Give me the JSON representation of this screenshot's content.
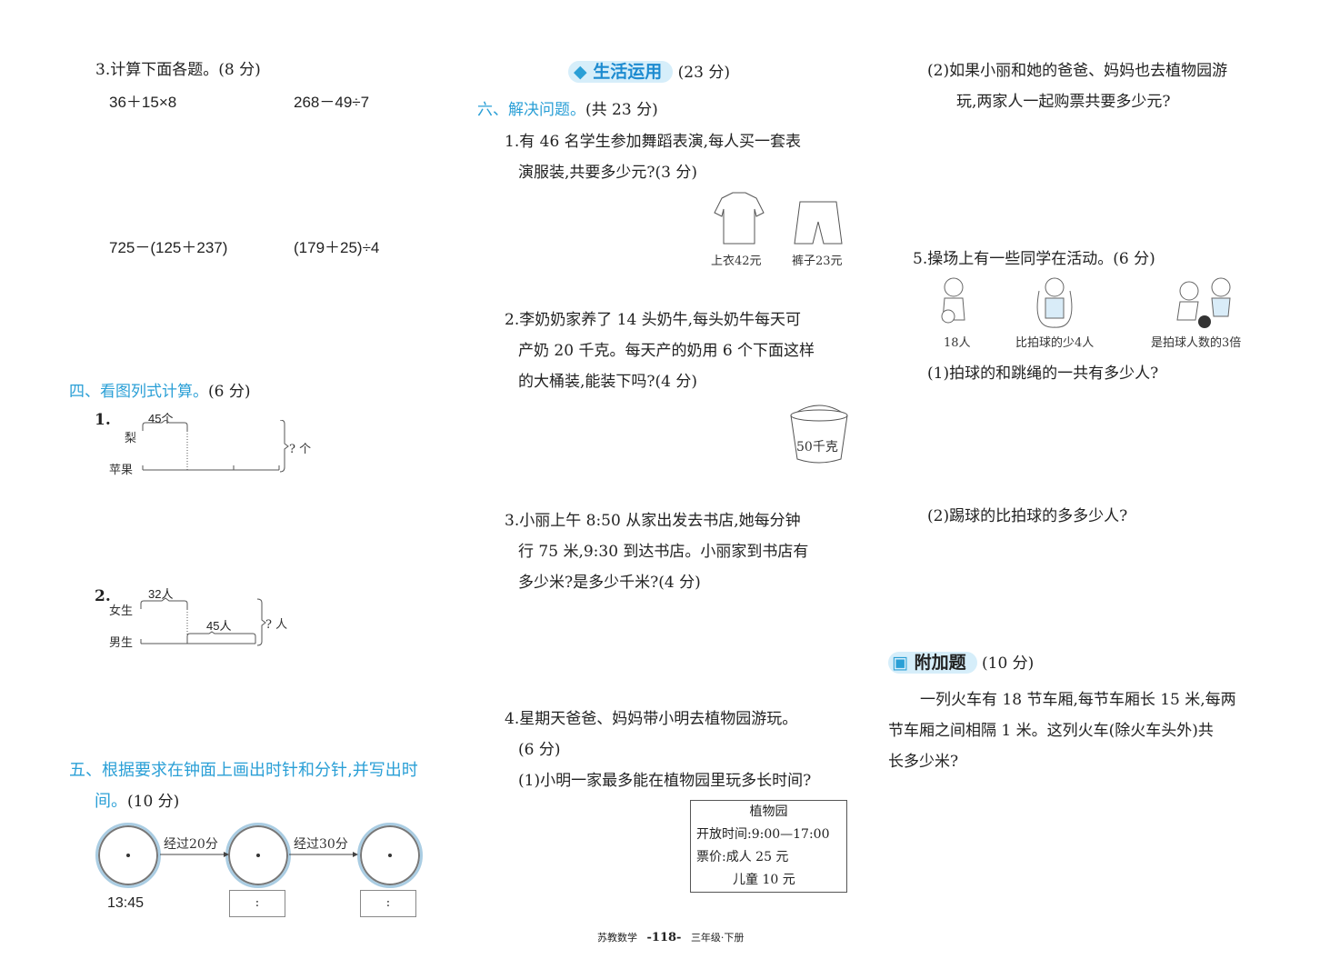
{
  "left": {
    "q3_title": "3.计算下面各题。(8 分)",
    "exprs": [
      "36＋15×8",
      "268－49÷7",
      "725－(125＋237)",
      "(179＋25)÷4"
    ],
    "sec4_title": "四、看图列式计算。",
    "sec4_score": "(6 分)",
    "d1": {
      "num": "1.",
      "top_value": "45个",
      "row1": "梨",
      "row2": "苹果",
      "total": "? 个"
    },
    "d2": {
      "num": "2.",
      "top_value": "32人",
      "row1": "女生",
      "mid_value": "45人",
      "row2": "男生",
      "total": "? 人"
    },
    "sec5_title_l1": "五、根据要求在钟面上画出时针和分针,并写出时",
    "sec5_title_l2": "间。",
    "sec5_score": "(10 分)",
    "arrow1": "经过20分",
    "arrow2": "经过30分",
    "start_time": "13:45",
    "blank1": ":",
    "blank2": ":"
  },
  "middle": {
    "banner": "生活运用",
    "banner_score": "(23 分)",
    "sec6_title": "六、解决问题。",
    "sec6_score": "(共 23 分)",
    "q1_l1": "1.有 46 名学生参加舞蹈表演,每人买一套表",
    "q1_l2": "演服装,共要多少元?(3 分)",
    "shirt_label": "上衣42元",
    "shorts_label": "裤子23元",
    "q2_l1": "2.李奶奶家养了 14 头奶牛,每头奶牛每天可",
    "q2_l2": "产奶 20 千克。每天产的奶用 6 个下面这样",
    "q2_l3": "的大桶装,能装下吗?(4 分)",
    "bucket_label": "50千克",
    "q3_l1": "3.小丽上午 8:50 从家出发去书店,她每分钟",
    "q3_l2": "行 75 米,9:30 到达书店。小丽家到书店有",
    "q3_l3": "多少米?是多少千米?(4 分)",
    "q4_l1": "4.星期天爸爸、妈妈带小明去植物园游玩。",
    "q4_l2": "(6 分)",
    "q4_sub1": "(1)小明一家最多能在植物园里玩多长时间?",
    "park": {
      "title": "植物园",
      "hours": "开放时间:9:00—17:00",
      "price_adult": "票价:成人 25 元",
      "price_child": "儿童 10 元"
    }
  },
  "right": {
    "q4_sub2_l1": "(2)如果小丽和她的爸爸、妈妈也去植物园游",
    "q4_sub2_l2": "玩,两家人一起购票共要多少元?",
    "q5_title": "5.操场上有一些同学在活动。(6 分)",
    "labels": [
      "18人",
      "比拍球的少4人",
      "是拍球人数的3倍"
    ],
    "q5_sub1": "(1)拍球的和跳绳的一共有多少人?",
    "q5_sub2": "(2)踢球的比拍球的多多少人?",
    "bonus": "附加题",
    "bonus_score": "(10 分)",
    "bonus_l1": "一列火车有 18 节车厢,每节车厢长 15 米,每两",
    "bonus_l2": "节车厢之间相隔 1 米。这列火车(除火车头外)共",
    "bonus_l3": "长多少米?"
  },
  "footer": {
    "left": "苏教数学",
    "page": "-118-",
    "right": "三年级·下册"
  },
  "colors": {
    "accent": "#2a9fd6"
  }
}
